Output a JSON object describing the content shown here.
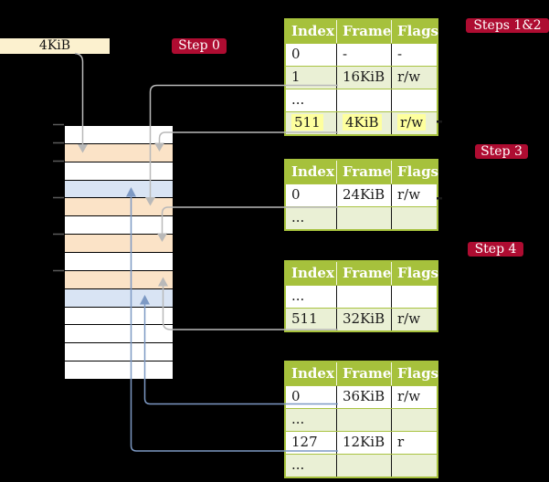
{
  "frame_label": {
    "text": "4KiB"
  },
  "badges": {
    "step0": "Step 0",
    "steps12": "Steps 1&2",
    "step3": "Step 3",
    "step4": "Step 4"
  },
  "memory": {
    "rows": [
      "white",
      "orange",
      "white",
      "blue",
      "orange",
      "white",
      "orange",
      "white",
      "orange",
      "blue",
      "white",
      "white",
      "white",
      "white"
    ]
  },
  "tables": [
    {
      "name": "page-table-steps-1-2",
      "headers": [
        "Index",
        "Frame",
        "Flags"
      ],
      "rows": [
        {
          "cells": [
            "0",
            "-",
            "-"
          ],
          "shaded": false,
          "highlight": false
        },
        {
          "cells": [
            "1",
            "16KiB",
            "r/w"
          ],
          "shaded": true,
          "highlight": false
        },
        {
          "cells": [
            "...",
            "",
            ""
          ],
          "shaded": false,
          "highlight": false
        },
        {
          "cells": [
            "511",
            "4KiB",
            "r/w"
          ],
          "shaded": true,
          "highlight": true
        }
      ]
    },
    {
      "name": "page-table-step-3",
      "headers": [
        "Index",
        "Frame",
        "Flags"
      ],
      "rows": [
        {
          "cells": [
            "0",
            "24KiB",
            "r/w"
          ],
          "shaded": false,
          "highlight": false
        },
        {
          "cells": [
            "...",
            "",
            ""
          ],
          "shaded": true,
          "highlight": false
        }
      ]
    },
    {
      "name": "page-table-step-4-upper",
      "headers": [
        "Index",
        "Frame",
        "Flags"
      ],
      "rows": [
        {
          "cells": [
            "...",
            "",
            ""
          ],
          "shaded": false,
          "highlight": false
        },
        {
          "cells": [
            "511",
            "32KiB",
            "r/w"
          ],
          "shaded": true,
          "highlight": false
        }
      ]
    },
    {
      "name": "page-table-step-4-lower",
      "headers": [
        "Index",
        "Frame",
        "Flags"
      ],
      "rows": [
        {
          "cells": [
            "0",
            "36KiB",
            "r/w"
          ],
          "shaded": false,
          "highlight": false
        },
        {
          "cells": [
            "...",
            "",
            ""
          ],
          "shaded": true,
          "highlight": false
        },
        {
          "cells": [
            "127",
            "12KiB",
            "r"
          ],
          "shaded": false,
          "highlight": false
        },
        {
          "cells": [
            "...",
            "",
            ""
          ],
          "shaded": true,
          "highlight": false
        }
      ]
    }
  ],
  "colors": {
    "badge_red": "#ae0c31",
    "table_green": "#a6c13c",
    "table_row_green": "#eaf0d5",
    "memory_row_orange": "#fbe3c7",
    "memory_row_blue": "#d9e4f4",
    "frame_label_cream": "#fcf1cf",
    "highlight_yellow": "#feff9e",
    "arrow_gray": "#b9b9b9",
    "arrow_blue": "#7d99c4"
  }
}
